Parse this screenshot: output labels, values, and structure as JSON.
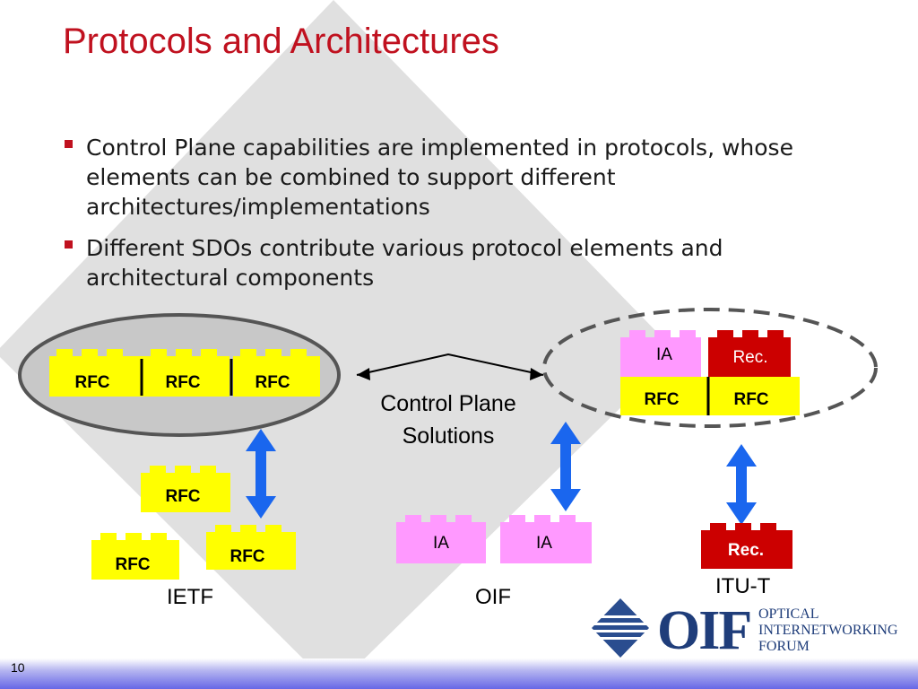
{
  "slide": {
    "title": "Protocols and Architectures",
    "bullets": [
      "Control Plane capabilities are implemented in protocols, whose elements can be combined to support different architectures/implementations",
      "Different SDOs contribute various protocol elements and architectural components"
    ],
    "page_number": "10"
  },
  "diagram": {
    "center_label": "Control Plane Solutions",
    "ietf": {
      "label": "IETF",
      "solution_blocks": [
        "RFC",
        "RFC",
        "RFC"
      ],
      "component_blocks": [
        "RFC",
        "RFC",
        "RFC"
      ]
    },
    "oif": {
      "label": "OIF",
      "component_blocks": [
        "IA",
        "IA"
      ]
    },
    "itu": {
      "label": "ITU-T",
      "solution_blocks": [
        "IA",
        "Rec.",
        "RFC",
        "RFC"
      ],
      "component_block": "Rec."
    }
  },
  "logo": {
    "mark": "OIF",
    "lines": [
      "OPTICAL",
      "INTERNETWORKING",
      "FORUM"
    ]
  },
  "colors": {
    "title_red": "#c0111f",
    "rfc_yellow": "#ffff00",
    "ia_pink": "#ff99ff",
    "rec_red": "#cc0000",
    "arrow_blue": "#1a66ee",
    "footer_blue": "#6767e6"
  }
}
